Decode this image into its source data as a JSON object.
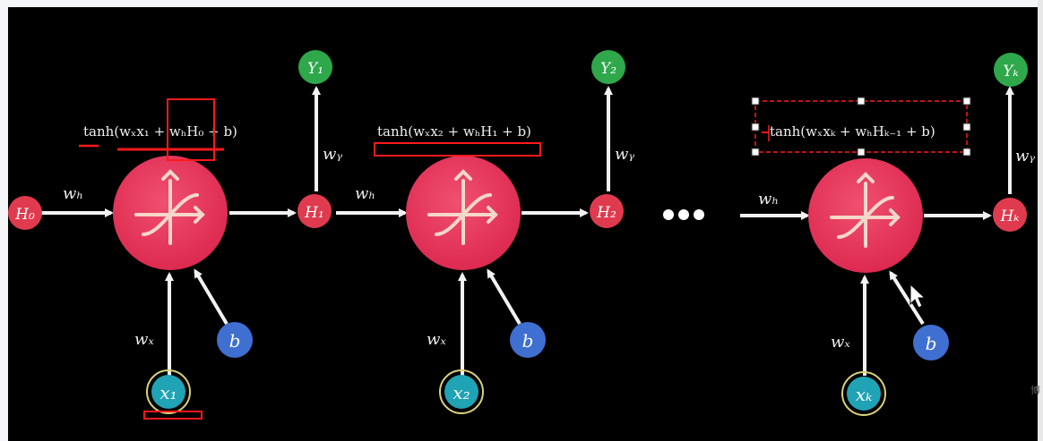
{
  "formulas": {
    "cell1": "tanh(wₓx₁ + wₕH₀ + b)",
    "cell2": "tanh(wₓx₂ + wₕH₁ + b)",
    "cell3": "tanh(wₓxₖ + wₕHₖ₋₁ + b)"
  },
  "weights": {
    "wh": "wₕ",
    "wx": "wₓ",
    "wy": "wᵧ"
  },
  "nodes": {
    "h0": "H₀",
    "h1": "H₁",
    "h2": "H₂",
    "hk": "Hₖ",
    "y1": "Y₁",
    "y2": "Y₂",
    "yk": "Yₖ",
    "x1": "x₁",
    "x2": "x₂",
    "xk": "xₖ",
    "b": "b"
  },
  "ellipsis": "●●●",
  "watermark": "博",
  "colors": {
    "background": "#000000",
    "cell": "#e8345a",
    "hidden": "#e03a4e",
    "output": "#2ea84a",
    "input": "#1fa3b5",
    "input_ring": "#d9d27a",
    "bias": "#3f6fd0",
    "annotation": "#ff1a1a"
  }
}
